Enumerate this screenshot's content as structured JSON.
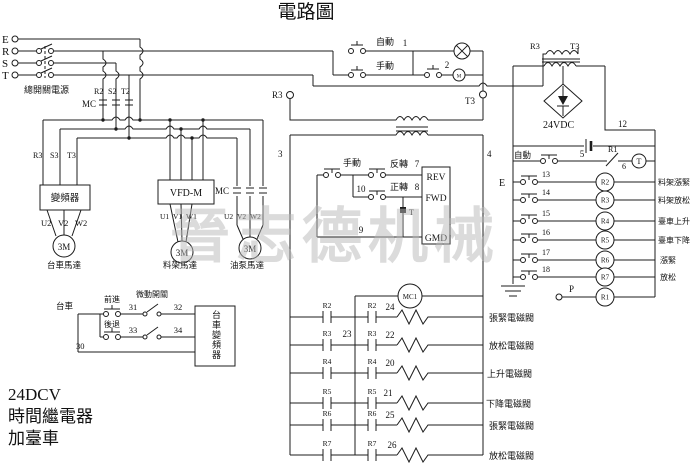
{
  "title": "電路圖",
  "watermark": "晉志德机械",
  "notes": {
    "l1": "24DCV",
    "l2": "時間繼電器",
    "l3": "加臺車"
  },
  "power": {
    "e": "E",
    "r": "R",
    "s": "S",
    "t": "T",
    "main_switch": "總開關電源",
    "r2": "R2",
    "s2": "S2",
    "t2": "T2",
    "mc": "MC",
    "r3": "R3",
    "s3": "S3",
    "t3": "T3"
  },
  "pilot": {
    "auto": "自動",
    "manual": "手動",
    "n1": "1",
    "n2": "2",
    "m": "M",
    "r3_term": "R3",
    "t3_term": "T3"
  },
  "inverter": {
    "name": "變頻器",
    "u": "U2",
    "v": "V2",
    "w": "W2",
    "motor": "3M",
    "label": "台車馬達"
  },
  "vfd": {
    "name": "VFD-M",
    "u": "U1",
    "v": "V1",
    "w": "W1",
    "motor": "3M",
    "label": "料架馬達",
    "mc": "MC"
  },
  "pump": {
    "u": "U2",
    "v": "V2",
    "w": "W2",
    "motor": "3M",
    "label": "油泵馬達"
  },
  "box": {
    "n3": "3",
    "n4": "4"
  },
  "control": {
    "manual": "手動",
    "rev": "反轉",
    "n7": "7",
    "n10": "10",
    "fwd": "正轉",
    "n8": "8",
    "t": "T",
    "n9": "9",
    "term_rev": "REV",
    "term_fwd": "FWD",
    "term_gnd": "GMD"
  },
  "psu": {
    "r3": "R3",
    "t3": "T3",
    "vdc": "24VDC",
    "n12": "12"
  },
  "ladder": {
    "auto": "自動",
    "n5": "5",
    "r1": "R1",
    "n6": "6",
    "timer": "T",
    "e": "E",
    "p": "P",
    "r1_coil": "R1",
    "rows": [
      {
        "num": "13",
        "coil": "R2",
        "label": "料架漲緊"
      },
      {
        "num": "14",
        "coil": "R3",
        "label": "料架放松"
      },
      {
        "num": "15",
        "coil": "R4",
        "label": "臺車上升"
      },
      {
        "num": "16",
        "coil": "R5",
        "label": "臺車下降"
      },
      {
        "num": "17",
        "coil": "R6",
        "label": "漲緊"
      },
      {
        "num": "18",
        "coil": "R7",
        "label": "放松"
      }
    ]
  },
  "valves": {
    "mc1": "MC1",
    "n23": "23",
    "rows": [
      {
        "relay": "R2",
        "num": "24",
        "label": "張緊電磁閥"
      },
      {
        "relay": "R3",
        "num": "22",
        "label": "放松電磁閥"
      },
      {
        "relay": "R4",
        "num": "20",
        "label": "上升電磁閥"
      },
      {
        "relay": "R5",
        "num": "21",
        "label": "下降電磁閥"
      },
      {
        "relay": "R6",
        "num": "25",
        "label": "張緊電磁閥"
      },
      {
        "relay": "R7",
        "num": "26",
        "label": "放松電磁閥"
      }
    ]
  },
  "cart": {
    "label": "台車",
    "forward": "前進",
    "backward": "後退",
    "micro": "微動開關",
    "n30": "30",
    "n31": "31",
    "n32": "32",
    "n33": "33",
    "n34": "34",
    "box": "台車變頻器"
  }
}
